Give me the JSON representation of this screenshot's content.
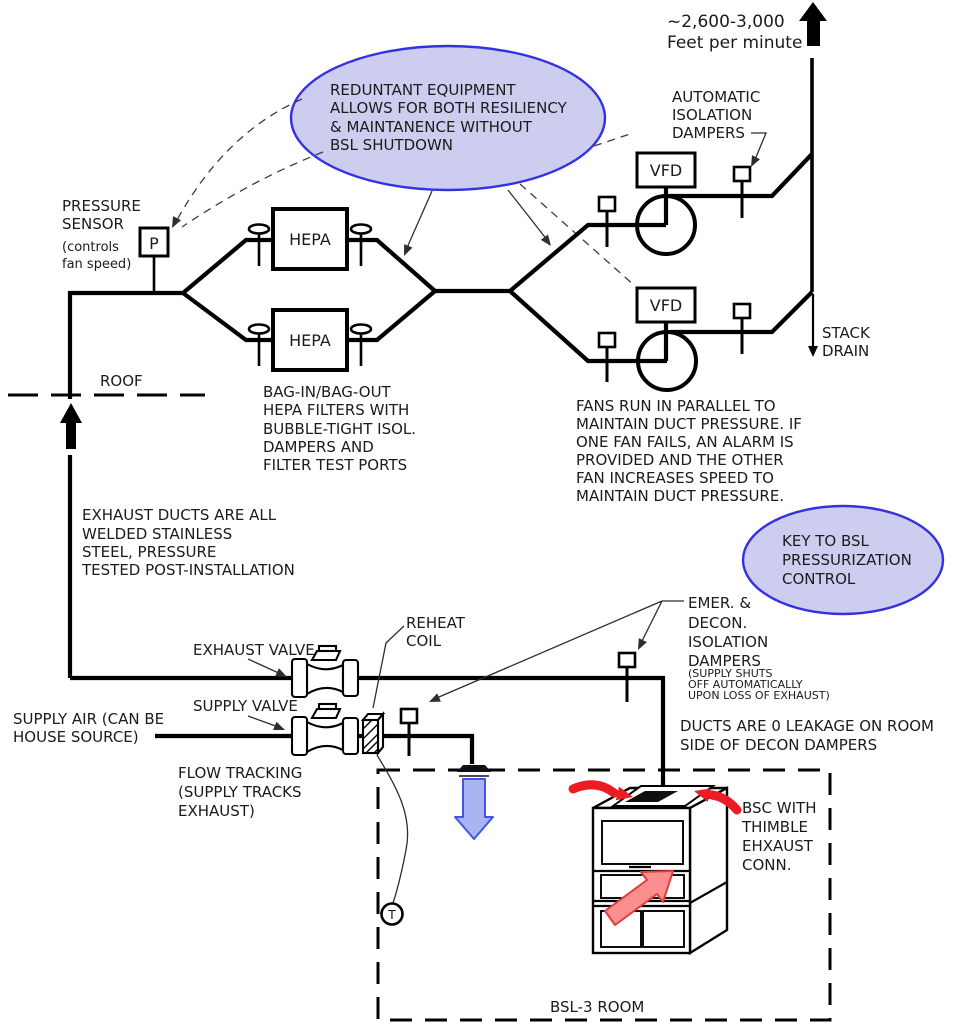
{
  "diagram_title": "BSL-3 laboratory exhaust and supply air system schematic",
  "colors": {
    "bubble_fill": "#cdcdf0",
    "bubble_stroke": "#3232e2",
    "blue_arrow_fill": "#aab4f2",
    "blue_arrow_stroke": "#4353e8",
    "red_arrow": "#ec1c24",
    "pink_arrow_fill": "#f9908e",
    "pink_arrow_stroke": "#e23c3c",
    "line": "#000000",
    "text": "#1b1b1b"
  },
  "labels": {
    "airflow_rate": [
      "~2,600-3,000",
      "Feet per minute"
    ],
    "auto_dampers": [
      "AUTOMATIC",
      "ISOLATION",
      "DAMPERS"
    ],
    "redundant_bubble": [
      "REDUNTANT EQUIPMENT",
      "ALLOWS FOR BOTH RESILIENCY",
      "& MAINTANENCE WITHOUT",
      "BSL SHUTDOWN"
    ],
    "pressure_sensor": [
      "PRESSURE",
      "SENSOR"
    ],
    "pressure_sensor_sub": [
      "(controls",
      "fan speed)"
    ],
    "p_tag": "P",
    "hepa": "HEPA",
    "vfd": "VFD",
    "roof": "ROOF",
    "stack_drain": [
      "STACK",
      "DRAIN"
    ],
    "bag_note": [
      "BAG-IN/BAG-OUT",
      "HEPA FILTERS WITH",
      "BUBBLE-TIGHT ISOL.",
      "DAMPERS AND",
      "FILTER TEST PORTS"
    ],
    "fans_note": [
      "FANS RUN IN PARALLEL TO",
      "MAINTAIN DUCT PRESSURE. IF",
      "ONE FAN FAILS, AN ALARM IS",
      "PROVIDED AND THE OTHER",
      "FAN INCREASES SPEED TO",
      "MAINTAIN DUCT PRESSURE."
    ],
    "exhaust_note": [
      "EXHAUST DUCTS ARE ALL",
      "WELDED STAINLESS",
      "STEEL, PRESSURE",
      "TESTED POST-INSTALLATION"
    ],
    "key_bubble": [
      "KEY TO BSL",
      "PRESSURIZATION",
      "CONTROL"
    ],
    "emer_dampers": [
      "EMER. &",
      "DECON.",
      "ISOLATION",
      "DAMPERS"
    ],
    "emer_dampers_sub": [
      "(SUPPLY SHUTS",
      "OFF AUTOMATICALLY",
      "UPON LOSS OF EXHAUST)"
    ],
    "ducts_note": [
      "DUCTS ARE 0 LEAKAGE ON ROOM",
      "SIDE OF DECON DAMPERS"
    ],
    "exhaust_valve": "EXHAUST VALVE",
    "supply_valve": "SUPPLY VALVE",
    "reheat_coil": [
      "REHEAT",
      "COIL"
    ],
    "supply_air": [
      "SUPPLY AIR (CAN BE",
      "HOUSE SOURCE)"
    ],
    "flow_tracking": [
      "FLOW TRACKING",
      "(SUPPLY TRACKS",
      "EXHAUST)"
    ],
    "bsc": [
      "BSC WITH",
      "THIMBLE",
      "EHXAUST",
      "CONN."
    ],
    "bsl3_room": "BSL-3 ROOM",
    "t_tag": "T"
  }
}
